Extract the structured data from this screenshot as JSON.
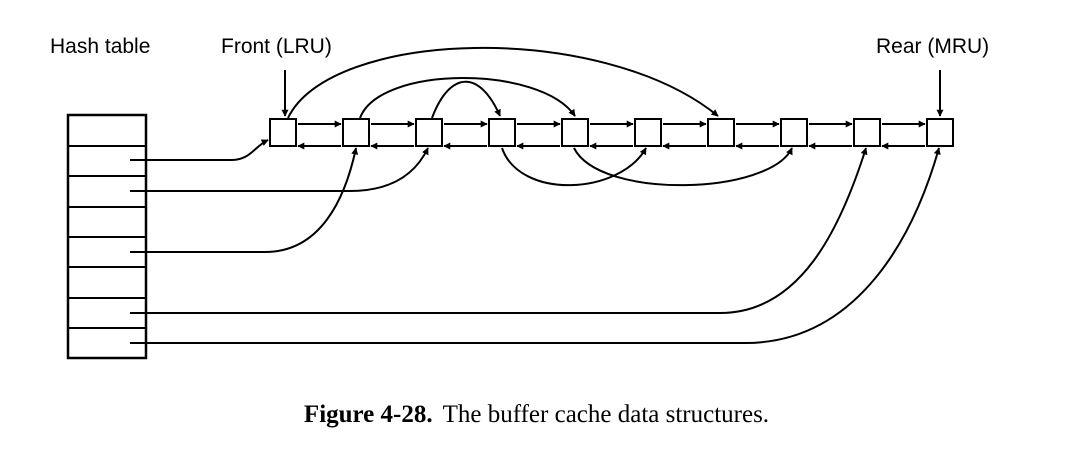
{
  "labels": {
    "hash_table": "Hash table",
    "front": "Front (LRU)",
    "rear": "Rear (MRU)"
  },
  "caption": {
    "figure": "Figure 4-28.",
    "text": "The buffer cache data structures."
  },
  "structure": {
    "hash_table_slots": 8,
    "buffer_count": 10
  },
  "colors": {
    "ink": "#000000",
    "background": "#ffffff"
  }
}
